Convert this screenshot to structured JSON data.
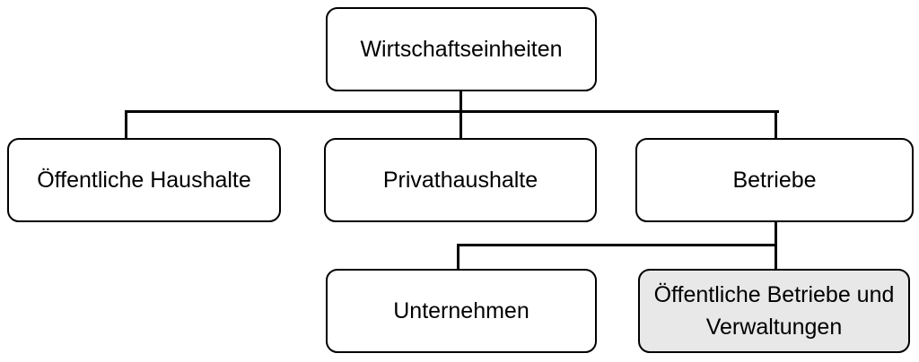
{
  "diagram": {
    "type": "tree",
    "title": "Wirtschaftseinheiten (organization chart)",
    "nodes": [
      {
        "id": "wirtschaftseinheiten",
        "label": "Wirtschaftseinheiten",
        "parent": null,
        "highlighted": false
      },
      {
        "id": "oeffentliche-haushalte",
        "label": "Öffentliche Haushalte",
        "parent": "wirtschaftseinheiten",
        "highlighted": false
      },
      {
        "id": "privathaushalte",
        "label": "Privathaushalte",
        "parent": "wirtschaftseinheiten",
        "highlighted": false
      },
      {
        "id": "betriebe",
        "label": "Betriebe",
        "parent": "wirtschaftseinheiten",
        "highlighted": false
      },
      {
        "id": "unternehmen",
        "label": "Unternehmen",
        "parent": "betriebe",
        "highlighted": false
      },
      {
        "id": "oeffentliche-betriebe-und-verwaltungen",
        "label": "Öffentliche Betriebe und Verwaltungen",
        "parent": "betriebe",
        "highlighted": true
      }
    ],
    "colors": {
      "background": "#ffffff",
      "box_fill": "#ffffff",
      "box_border": "#000000",
      "highlight_fill": "#e8e8e8",
      "connector": "#000000",
      "text": "#000000"
    }
  }
}
